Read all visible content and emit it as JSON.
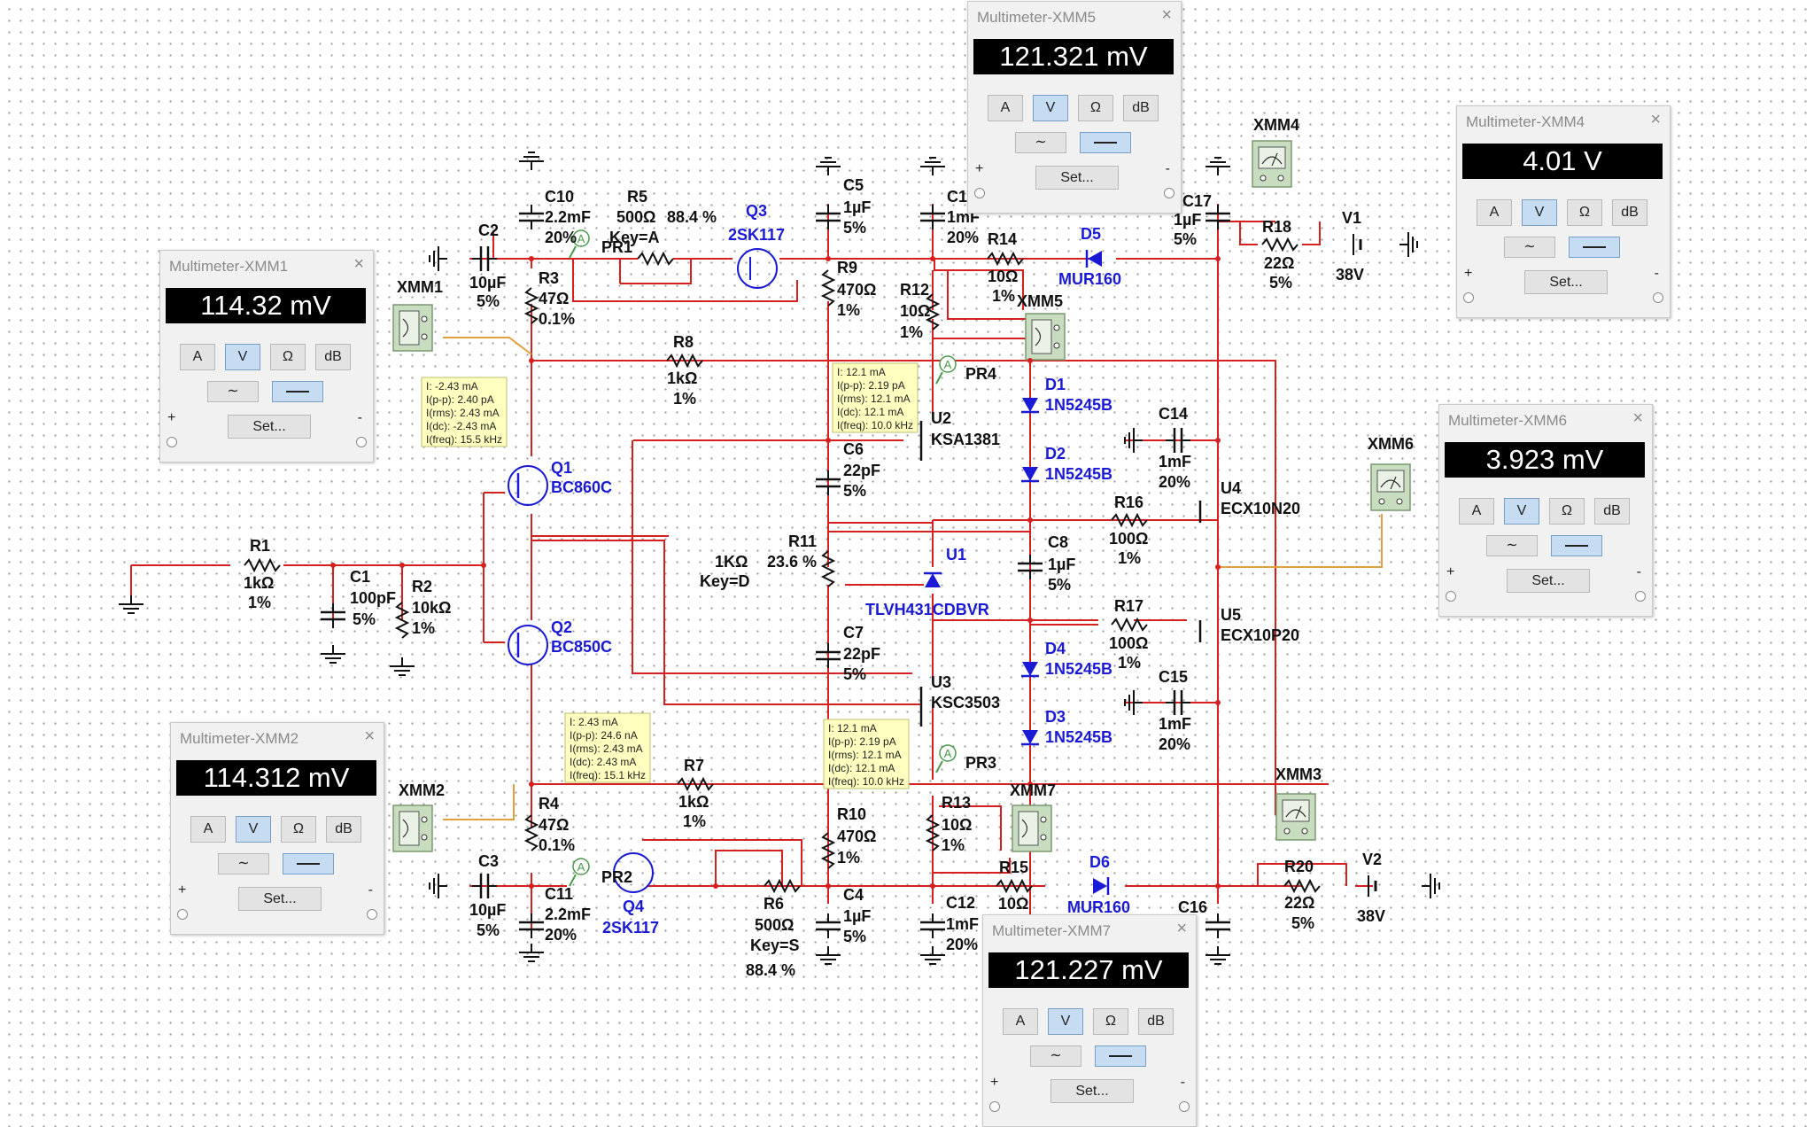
{
  "multimeters": [
    {
      "id": "XMM1",
      "title": "Multimeter-XMM1",
      "reading": "114.32 mV"
    },
    {
      "id": "XMM2",
      "title": "Multimeter-XMM2",
      "reading": "114.312 mV"
    },
    {
      "id": "XMM4",
      "title": "Multimeter-XMM4",
      "reading": "4.01 V"
    },
    {
      "id": "XMM5",
      "title": "Multimeter-XMM5",
      "reading": "121.321 mV"
    },
    {
      "id": "XMM6",
      "title": "Multimeter-XMM6",
      "reading": "3.923 mV"
    },
    {
      "id": "XMM7",
      "title": "Multimeter-XMM7",
      "reading": "121.227 mV"
    }
  ],
  "meter_controls": {
    "mode_buttons": [
      "A",
      "V",
      "Ω",
      "dB"
    ],
    "active_mode": "V",
    "signal_modes": [
      "ac",
      "dc"
    ],
    "active_signal": "dc",
    "set_label": "Set...",
    "plus": "+",
    "minus": "-",
    "close": "×"
  },
  "colors": {
    "wire": "#d61f1f",
    "wire_meter": "#e0a040",
    "component": "#111111",
    "part_blue": "#1a1ad6",
    "instrument_green": "#c8dcc0",
    "probe_bg": "#ffffc0"
  },
  "schematic_labels": {
    "C10": "C10",
    "C10_v": "2.2mF",
    "C10_t": "20%",
    "R5": "R5",
    "R5_v": "500Ω",
    "R5_p": "88.4 %",
    "R5_k": "Key=A",
    "Q3": "Q3",
    "Q3_p": "2SK117",
    "C2": "C2",
    "C2_v": "10µF",
    "C2_t": "5%",
    "R3": "R3",
    "R3_v": "47Ω",
    "R3_t": "0.1%",
    "PR1": "PR1",
    "XMM1": "XMM1",
    "C5": "C5",
    "C5_v": "1µF",
    "C5_t": "5%",
    "C1top": "C1",
    "C1top_v": "1mF",
    "C1top_t": "20%",
    "R9": "R9",
    "R9_v": "470Ω",
    "R9_t": "1%",
    "R12": "R12",
    "R12_v": "10Ω",
    "R12_t": "1%",
    "R14": "R14",
    "R14_v": "10Ω",
    "R14_t": "1%",
    "D5": "D5",
    "D5_p": "MUR160",
    "C17": "C17",
    "C17_v": "1µF",
    "C17_t": "5%",
    "XMM4": "XMM4",
    "R18": "R18",
    "R18_v": "22Ω",
    "R18_t": "5%",
    "V1": "V1",
    "V1_v": "38V",
    "XMM5": "XMM5",
    "R8": "R8",
    "R8_v": "1kΩ",
    "R8_t": "1%",
    "PR4": "PR4",
    "D1": "D1",
    "D1_p": "1N5245B",
    "U2": "U2",
    "U2_p": "KSA1381",
    "C14": "C14",
    "C14_v": "1mF",
    "C14_t": "20%",
    "C6": "C6",
    "C6_v": "22pF",
    "C6_t": "5%",
    "D2": "D2",
    "D2_p": "1N5245B",
    "U4": "U4",
    "U4_p": "ECX10N20",
    "XMM6": "XMM6",
    "Q1": "Q1",
    "Q1_p": "BC860C",
    "R16": "R16",
    "R16_v": "100Ω",
    "R16_t": "1%",
    "R1": "R1",
    "R1_v": "1kΩ",
    "R1_t": "1%",
    "C1": "C1",
    "C1_v": "100pF",
    "C1_t": "5%",
    "R2": "R2",
    "R2_v": "10kΩ",
    "R2_t": "1%",
    "R11": "R11",
    "R11_p": "23.6 %",
    "R11_v": "1KΩ",
    "R11_k": "Key=D",
    "U1": "U1",
    "U1_p": "TLVH431CDBVR",
    "C8": "C8",
    "C8_v": "1µF",
    "C8_t": "5%",
    "R17": "R17",
    "R17_v": "100Ω",
    "R17_t": "1%",
    "U5": "U5",
    "U5_p": "ECX10P20",
    "Q2": "Q2",
    "Q2_p": "BC850C",
    "C7": "C7",
    "C7_v": "22pF",
    "C7_t": "5%",
    "D4": "D4",
    "D4_p": "1N5245B",
    "C15": "C15",
    "C15_v": "1mF",
    "C15_t": "20%",
    "U3": "U3",
    "U3_p": "KSC3503",
    "D3": "D3",
    "D3_p": "1N5245B",
    "R7": "R7",
    "R7_v": "1kΩ",
    "R7_t": "1%",
    "PR3": "PR3",
    "XMM3": "XMM3",
    "XMM2": "XMM2",
    "R4": "R4",
    "R4_v": "47Ω",
    "R4_t": "0.1%",
    "R10": "R10",
    "R10_v": "470Ω",
    "R10_t": "1%",
    "R13": "R13",
    "R13_v": "10Ω",
    "R13_t": "1%",
    "XMM7": "XMM7",
    "C3": "C3",
    "C3_v": "10µF",
    "C3_t": "5%",
    "PR2": "PR2",
    "Q4": "Q4",
    "Q4_p": "2SK117",
    "C11": "C11",
    "C11_v": "2.2mF",
    "C11_t": "20%",
    "R6": "R6",
    "R6_v": "500Ω",
    "R6_k": "Key=S",
    "R6_p": "88.4 %",
    "C4": "C4",
    "C4_v": "1µF",
    "C4_t": "5%",
    "C12": "C12",
    "C12_v": "1mF",
    "C12_t": "20%",
    "R15": "R15",
    "R15_v": "10Ω",
    "D6": "D6",
    "D6_p": "MUR160",
    "C16": "C16",
    "R20": "R20",
    "R20_v": "22Ω",
    "R20_t": "5%",
    "V2": "V2",
    "V2_v": "38V"
  },
  "probes": {
    "PR1_box": [
      "I: -2.43 mA",
      "I(p-p): 2.40 pA",
      "I(rms): 2.43 mA",
      "I(dc): -2.43 mA",
      "I(freq): 15.5 kHz"
    ],
    "PR4_box": [
      "I: 12.1 mA",
      "I(p-p): 2.19 pA",
      "I(rms): 12.1 mA",
      "I(dc): 12.1 mA",
      "I(freq): 10.0 kHz"
    ],
    "PR2_box": [
      "I: 2.43 mA",
      "I(p-p): 24.6 nA",
      "I(rms): 2.43 mA",
      "I(dc): 2.43 mA",
      "I(freq): 15.1 kHz"
    ],
    "PR3_box": [
      "I: 12.1 mA",
      "I(p-p): 2.19 pA",
      "I(rms): 12.1 mA",
      "I(dc): 12.1 mA",
      "I(freq): 10.0 kHz"
    ]
  }
}
